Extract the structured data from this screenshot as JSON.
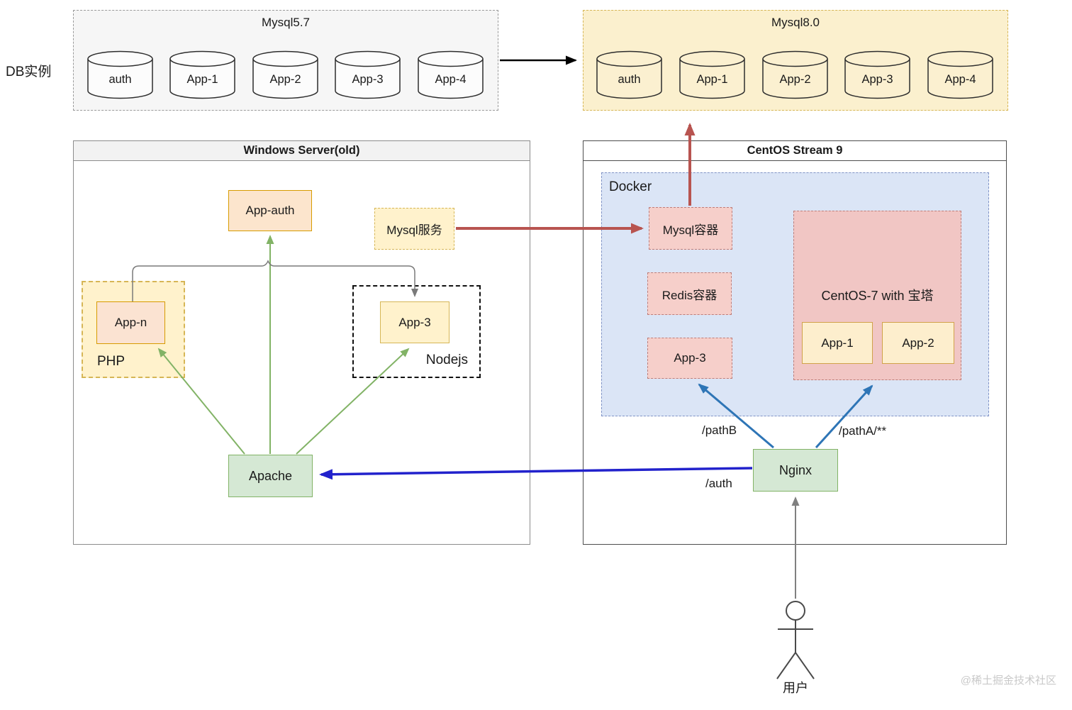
{
  "labels": {
    "db_instance": "DB实例",
    "php": "PHP",
    "nodejs": "Nodejs",
    "docker": "Docker",
    "user": "用户",
    "path_b": "/pathB",
    "path_a": "/pathA/**",
    "auth_route": "/auth",
    "watermark": "@稀土掘金技术社区"
  },
  "mysql57": {
    "title": "Mysql5.7",
    "instances": [
      "auth",
      "App-1",
      "App-2",
      "App-3",
      "App-4"
    ]
  },
  "mysql80": {
    "title": "Mysql8.0",
    "instances": [
      "auth",
      "App-1",
      "App-2",
      "App-3",
      "App-4"
    ]
  },
  "windows_server": {
    "title": "Windows Server(old)",
    "app_auth": "App-auth",
    "mysql_service": "Mysql服务",
    "app_n": "App-n",
    "app_3": "App-3",
    "apache": "Apache"
  },
  "centos": {
    "title": "CentOS Stream 9",
    "mysql_container": "Mysql容器",
    "redis_container": "Redis容器",
    "app_3": "App-3",
    "baota": {
      "title": "CentOS-7 with 宝塔",
      "app_1": "App-1",
      "app_2": "App-2"
    },
    "nginx": "Nginx"
  },
  "colors": {
    "yellow_fill": "#fff2cc",
    "yellow_border": "#d6b656",
    "orange_fill": "#fce5cd",
    "orange_border": "#d79b00",
    "peach_fill": "#fbe3d2",
    "cream_fill": "#fbf0ce",
    "green_fill": "#d5e8d4",
    "green_border": "#82b366",
    "docker_fill": "#dbe5f6",
    "docker_border": "#8093c6",
    "pink_fill": "#f6cfca",
    "pink_border": "#bd7e7a",
    "pink_big_fill": "#f1c6c4",
    "app_cream_fill": "#fdeecd",
    "app_cream_border": "#d0a24a",
    "gray_fill": "#f6f6f6",
    "gray_border": "#9a9a9a",
    "arrow_red": "#b85450",
    "arrow_green": "#82b366",
    "arrow_deep_blue": "#2222cc",
    "arrow_steel": "#2e75b6",
    "arrow_gray": "#808080",
    "arrow_black": "#000000",
    "watermark_color": "#c9c9c9"
  }
}
